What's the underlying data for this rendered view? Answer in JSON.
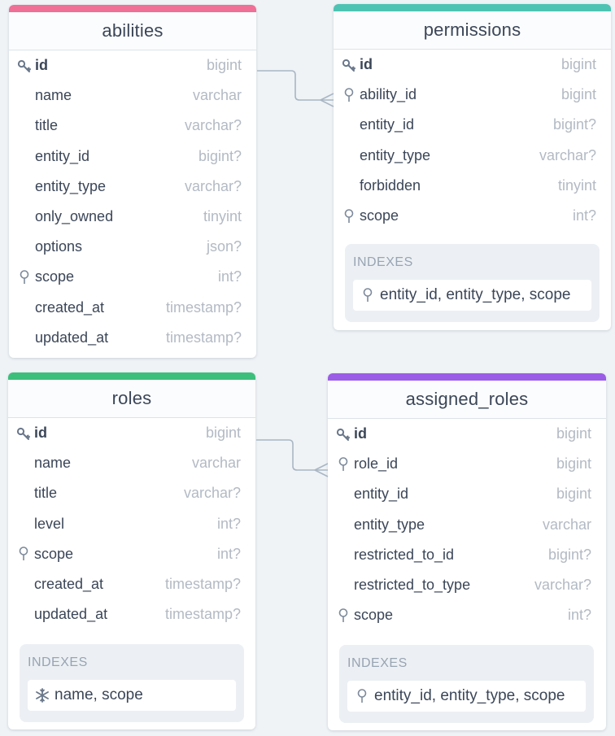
{
  "tables": {
    "abilities": {
      "name": "abilities",
      "columns": [
        {
          "name": "id",
          "type": "bigint",
          "icon": "key-icon",
          "pk": true
        },
        {
          "name": "name",
          "type": "varchar",
          "icon": "",
          "pk": false
        },
        {
          "name": "title",
          "type": "varchar?",
          "icon": "",
          "pk": false
        },
        {
          "name": "entity_id",
          "type": "bigint?",
          "icon": "",
          "pk": false
        },
        {
          "name": "entity_type",
          "type": "varchar?",
          "icon": "",
          "pk": false
        },
        {
          "name": "only_owned",
          "type": "tinyint",
          "icon": "",
          "pk": false
        },
        {
          "name": "options",
          "type": "json?",
          "icon": "",
          "pk": false
        },
        {
          "name": "scope",
          "type": "int?",
          "icon": "index-pin-icon",
          "pk": false
        },
        {
          "name": "created_at",
          "type": "timestamp?",
          "icon": "",
          "pk": false
        },
        {
          "name": "updated_at",
          "type": "timestamp?",
          "icon": "",
          "pk": false
        }
      ]
    },
    "permissions": {
      "name": "permissions",
      "columns": [
        {
          "name": "id",
          "type": "bigint",
          "icon": "key-icon",
          "pk": true
        },
        {
          "name": "ability_id",
          "type": "bigint",
          "icon": "index-pin-icon",
          "pk": false
        },
        {
          "name": "entity_id",
          "type": "bigint?",
          "icon": "",
          "pk": false
        },
        {
          "name": "entity_type",
          "type": "varchar?",
          "icon": "",
          "pk": false
        },
        {
          "name": "forbidden",
          "type": "tinyint",
          "icon": "",
          "pk": false
        },
        {
          "name": "scope",
          "type": "int?",
          "icon": "index-pin-icon",
          "pk": false
        }
      ],
      "indexes_title": "INDEXES",
      "index": {
        "text": "entity_id, entity_type, scope",
        "icon": "index-pin-icon"
      }
    },
    "roles": {
      "name": "roles",
      "columns": [
        {
          "name": "id",
          "type": "bigint",
          "icon": "key-icon",
          "pk": true
        },
        {
          "name": "name",
          "type": "varchar",
          "icon": "",
          "pk": false
        },
        {
          "name": "title",
          "type": "varchar?",
          "icon": "",
          "pk": false
        },
        {
          "name": "level",
          "type": "int?",
          "icon": "",
          "pk": false
        },
        {
          "name": "scope",
          "type": "int?",
          "icon": "index-pin-icon",
          "pk": false
        },
        {
          "name": "created_at",
          "type": "timestamp?",
          "icon": "",
          "pk": false
        },
        {
          "name": "updated_at",
          "type": "timestamp?",
          "icon": "",
          "pk": false
        }
      ],
      "indexes_title": "INDEXES",
      "index": {
        "text": "name, scope",
        "icon": "unique-snowflake-icon"
      }
    },
    "assigned_roles": {
      "name": "assigned_roles",
      "columns": [
        {
          "name": "id",
          "type": "bigint",
          "icon": "key-icon",
          "pk": true
        },
        {
          "name": "role_id",
          "type": "bigint",
          "icon": "index-pin-icon",
          "pk": false
        },
        {
          "name": "entity_id",
          "type": "bigint",
          "icon": "",
          "pk": false
        },
        {
          "name": "entity_type",
          "type": "varchar",
          "icon": "",
          "pk": false
        },
        {
          "name": "restricted_to_id",
          "type": "bigint?",
          "icon": "",
          "pk": false
        },
        {
          "name": "restricted_to_type",
          "type": "varchar?",
          "icon": "",
          "pk": false
        },
        {
          "name": "scope",
          "type": "int?",
          "icon": "index-pin-icon",
          "pk": false
        }
      ],
      "indexes_title": "INDEXES",
      "index": {
        "text": "entity_id, entity_type, scope",
        "icon": "index-pin-icon"
      }
    }
  },
  "relations": [
    {
      "from": "abilities.id",
      "to": "permissions.ability_id",
      "cardinality": "one-to-many"
    },
    {
      "from": "roles.id",
      "to": "assigned_roles.role_id",
      "cardinality": "one-to-many"
    }
  ],
  "colors": {
    "abilities": "#ef6f96",
    "permissions": "#4ec3b3",
    "roles": "#3cbf7b",
    "assigned_roles": "#9b5de5"
  }
}
